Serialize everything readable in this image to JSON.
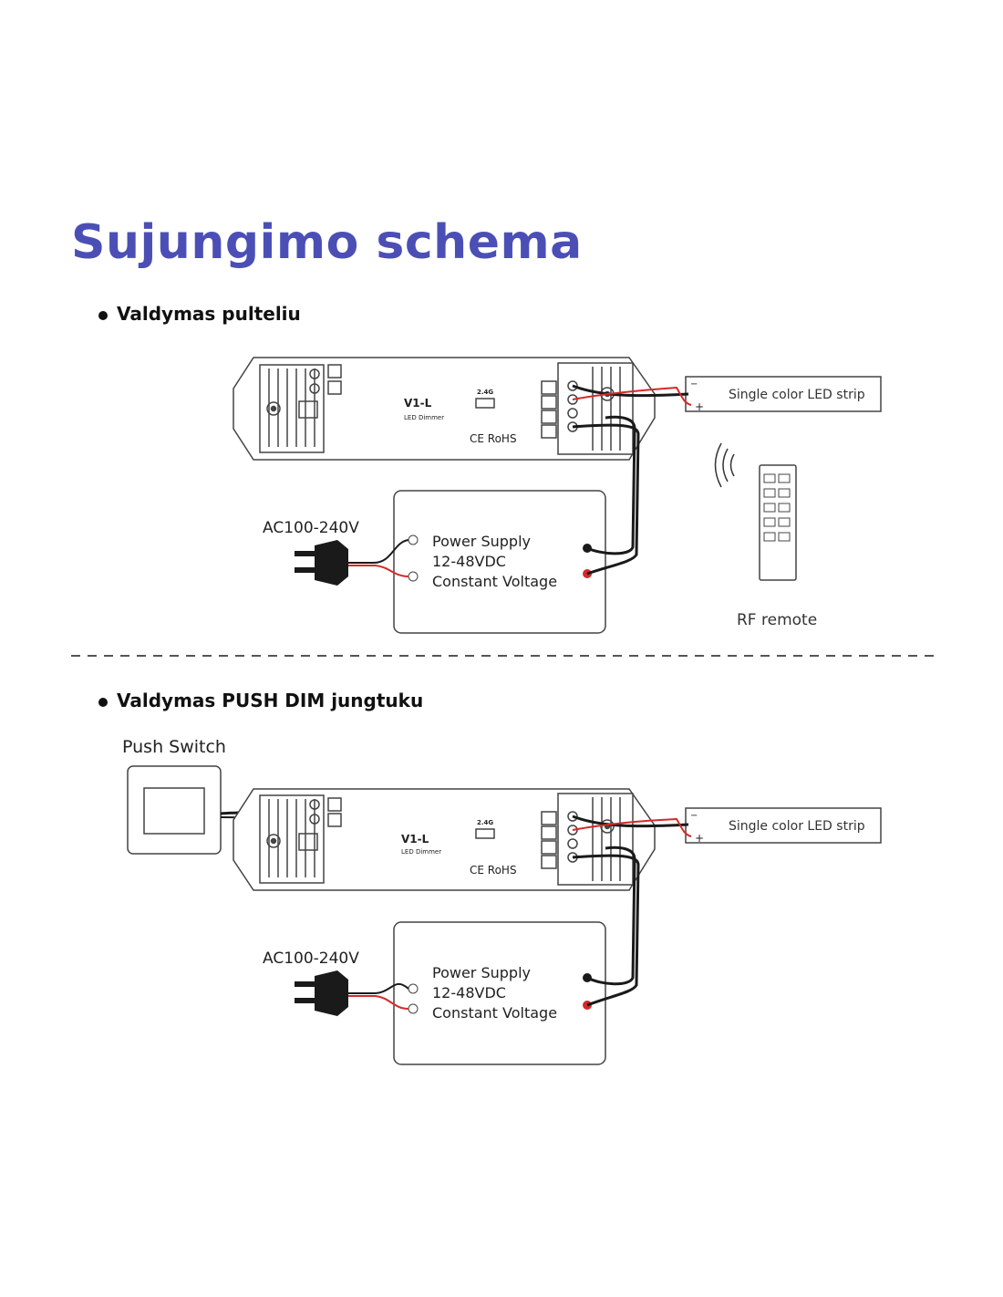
{
  "title": "Sujungimo schema",
  "sections": [
    {
      "heading": "Valdymas pulteliu",
      "dimmer": {
        "model": "V1-L",
        "subtitle": "LED Dimmer",
        "freq": "2.4G",
        "cert": "CE RoHS"
      },
      "led_strip_label": "Single color LED strip",
      "ac_label": "AC100-240V",
      "power_supply": [
        "Power Supply",
        "12-48VDC",
        "Constant Voltage"
      ],
      "remote_label": "RF remote"
    },
    {
      "heading": "Valdymas PUSH DIM jungtuku",
      "switch_label": "Push Switch",
      "dimmer": {
        "model": "V1-L",
        "subtitle": "LED Dimmer",
        "freq": "2.4G",
        "cert": "CE RoHS"
      },
      "led_strip_label": "Single color LED strip",
      "ac_label": "AC100-240V",
      "power_supply": [
        "Power Supply",
        "12-48VDC",
        "Constant Voltage"
      ]
    }
  ],
  "colors": {
    "title": "#4b4fb5",
    "wire": "#1a1a1a",
    "positive": "#d42a2a",
    "outline": "#444444"
  }
}
